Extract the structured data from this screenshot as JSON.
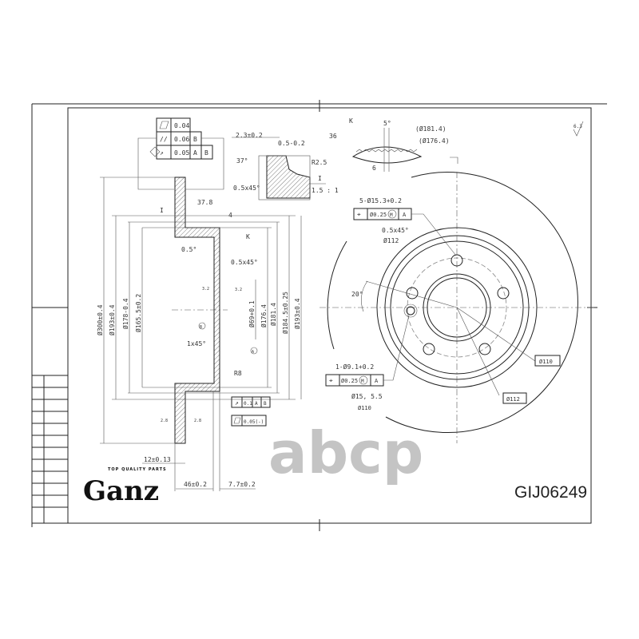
{
  "brand": {
    "logo": "Ganz",
    "tagline": "TOP QUALITY PARTS"
  },
  "part_number": "GIJ06249",
  "watermark": "abcp",
  "tolerance_frame": {
    "flatness": "0.04",
    "parallel": "0.06",
    "parallel_ref": "B",
    "runout": "0.05",
    "runout_ref_a": "A",
    "runout_ref_b": "B"
  },
  "detail_I": {
    "width": "2.3±0.2",
    "depth": "0.5-0.2",
    "angle": "37°",
    "radius": "R2.5",
    "chamfer": "0.5x45°",
    "label": "I",
    "scale": "1.5 : 1"
  },
  "detail_K": {
    "label": "K",
    "count": "36",
    "angle": "5°",
    "d1": "(Ø181.4)",
    "d2": "(Ø176.4)",
    "width": "6"
  },
  "roughness": "6.3",
  "section": {
    "offset": "37.8",
    "step": "4",
    "view_k": "K",
    "label_i": "I",
    "angle": "0.5°",
    "chamfer1": "0.5x45°",
    "chamfer2": "1x45°",
    "radius": "R8",
    "datum_a": "A",
    "datum_b": "B",
    "d_outer": "Ø300±0.4",
    "d193a": "Ø193±0.4",
    "d178": "Ø178-0.4",
    "d165": "Ø165.5±0.2",
    "d69": "Ø69+0.1",
    "d176": "Ø176.4",
    "d181": "Ø181.4",
    "d184": "Ø184.5±0.25",
    "d193b": "Ø193±0.4",
    "ra1": "3.2",
    "ra2": "3.2",
    "ra3": "2.8",
    "ra4": "2.8",
    "runout_frame": {
      "value": "0.1",
      "ref_a": "A",
      "ref_b": "B"
    },
    "flatness_frame": {
      "value": "0.05(-)"
    },
    "thickness": "12±0.13",
    "height": "46±0.2",
    "hat": "7.7±0.2"
  },
  "front_view": {
    "holes": "5-Ø15.3+0.2",
    "pos_tol": "Ø0.25",
    "mod": "M",
    "ref": "A",
    "chamfer": "0.5x45°",
    "bolt_circle": "Ø112",
    "angle": "20°",
    "pin_hole": "1-Ø9.1+0.2",
    "pin_tol": "Ø0.25",
    "pin_mod": "M",
    "pin_ref": "A",
    "pin_dims": "Ø15,  5.5",
    "pin_circle": "Ø110",
    "callout_110": "Ø110",
    "callout_112": "Ø112"
  }
}
